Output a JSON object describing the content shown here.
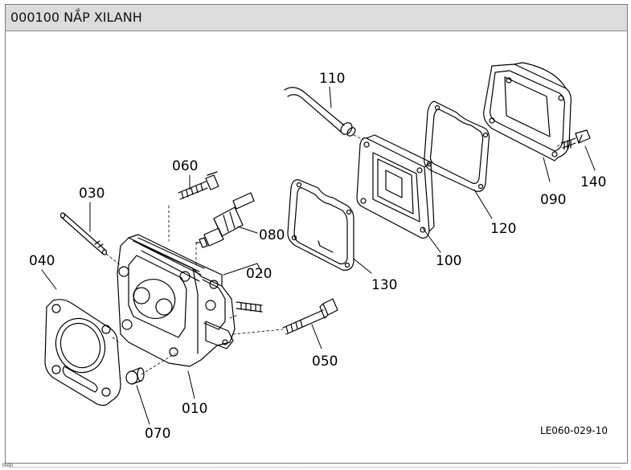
{
  "header": {
    "title": "000100 NẮP XILANH"
  },
  "diagram_code": "LE060-029-10",
  "footer": {
    "text": "thôn"
  },
  "parts": [
    {
      "id": "cover",
      "number": "090"
    },
    {
      "id": "cover_bolt",
      "number": "140"
    },
    {
      "id": "cover_gasket",
      "number": "120"
    },
    {
      "id": "breather_hose",
      "number": "110"
    },
    {
      "id": "rocker_plate",
      "number": "100"
    },
    {
      "id": "plate_gasket",
      "number": "130"
    },
    {
      "id": "stud_bolt",
      "number": "060"
    },
    {
      "id": "spark_plug",
      "number": "080"
    },
    {
      "id": "long_stud",
      "number": "030"
    },
    {
      "id": "head_gasket",
      "number": "040"
    },
    {
      "id": "short_stud",
      "number": "020"
    },
    {
      "id": "flange_bolt",
      "number": "050"
    },
    {
      "id": "cylinder_head",
      "number": "010"
    },
    {
      "id": "dowel_pin",
      "number": "070"
    }
  ]
}
